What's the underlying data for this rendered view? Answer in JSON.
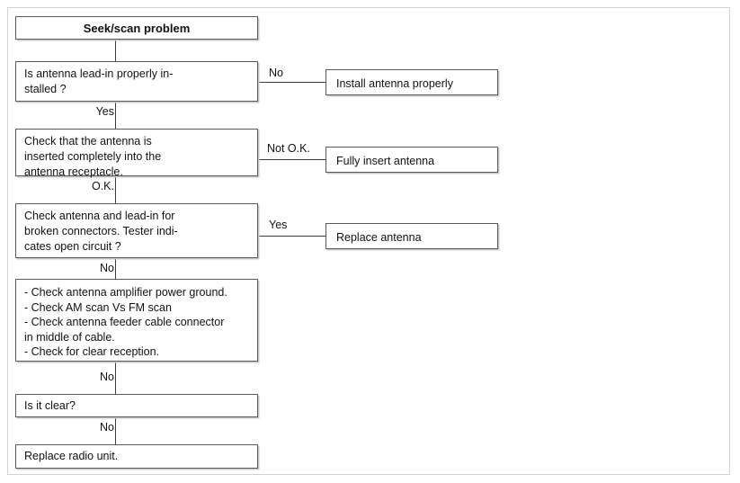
{
  "diagram": {
    "type": "flowchart",
    "title": "Seek/scan problem",
    "nodes": {
      "start": "Seek/scan problem",
      "q1": "Is antenna lead-in properly in-\nstalled ?",
      "a1": "Install antenna properly",
      "q2": "Check that the antenna is\ninserted completely into the\nantenna receptacle.",
      "a2": "Fully insert antenna",
      "q3": "Check antenna and lead-in for\nbroken connectors. Tester indi-\ncates open circuit ?",
      "a3": "Replace antenna",
      "checklist": "- Check antenna amplifier power ground.\n- Check AM scan Vs FM scan\n- Check antenna feeder cable connector\n   in middle of cable.\n- Check for clear reception.",
      "q4": "Is it clear?",
      "end": "Replace radio unit."
    },
    "edge_labels": {
      "q1_no": "No",
      "q1_yes": "Yes",
      "q2_notok": "Not O.K.",
      "q2_ok": "O.K.",
      "q3_yes": "Yes",
      "q3_no": "No",
      "checklist_no": "No",
      "q4_no": "No"
    },
    "colors": {
      "box_border": "#5a5a5a",
      "box_fill": "#ffffff",
      "connector": "#3a3a3a",
      "frame": "#d2d2d2",
      "text": "#111111"
    }
  }
}
